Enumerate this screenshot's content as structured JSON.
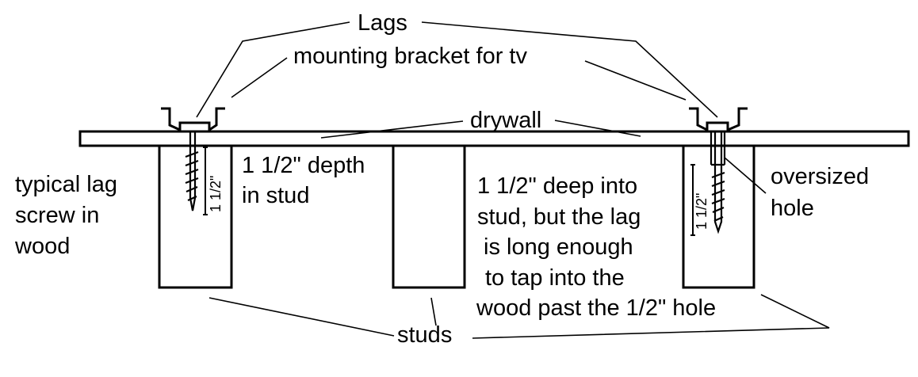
{
  "labels": {
    "lags": "Lags",
    "bracket": "mounting bracket for tv",
    "drywall": "drywall",
    "depth_line1": "1 1/2\" depth",
    "depth_line2": "in stud",
    "typical_line1": "typical lag",
    "typical_line2": "screw in",
    "typical_line3": "wood",
    "deep_line1": "1 1/2\" deep into",
    "deep_line2": "stud, but the lag",
    "deep_line3": "is long enough",
    "deep_line4": "to tap into the",
    "deep_line5": "wood past the 1/2\" hole",
    "oversized_line1": "oversized",
    "oversized_line2": "hole",
    "studs": "studs",
    "dim_left": "1 1/2\"",
    "dim_right": "1 1/2\""
  }
}
